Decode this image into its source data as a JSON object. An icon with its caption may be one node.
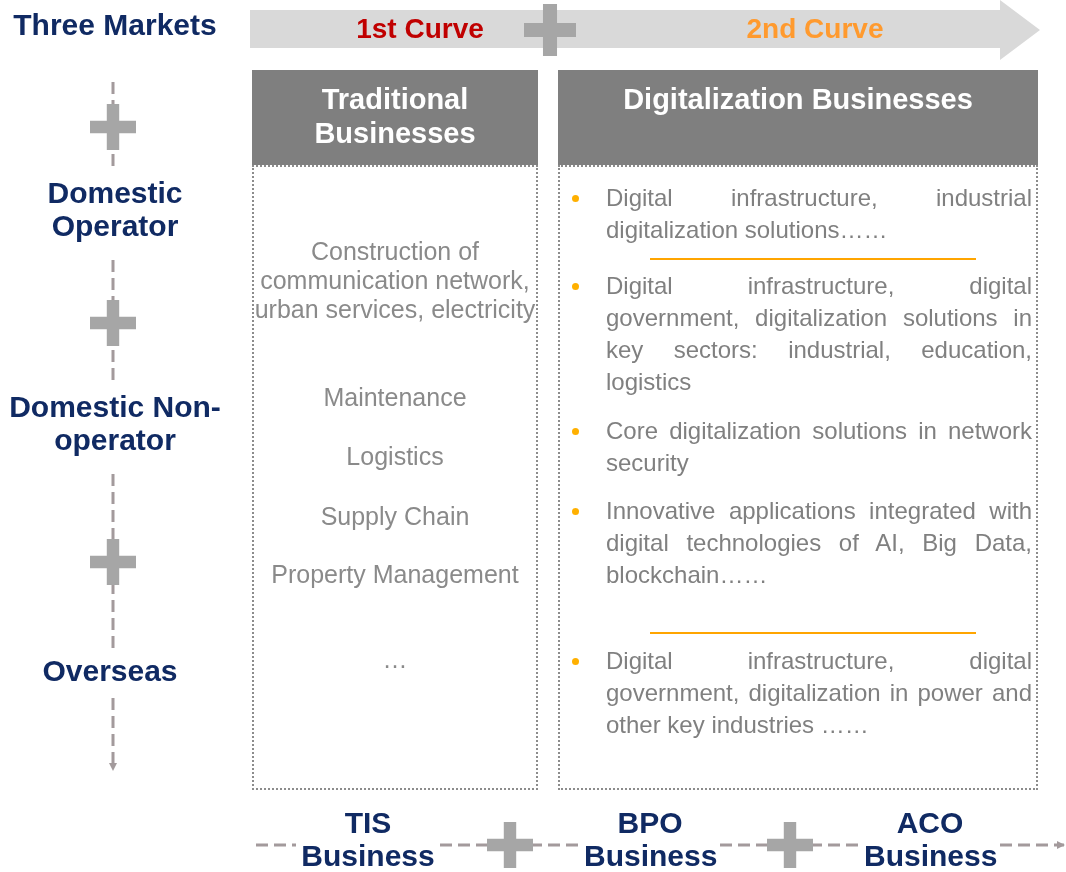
{
  "diagram": {
    "nodes": [
      {
        "text": [
          "Three Markets"
        ]
      },
      {
        "text": [
          "Domestic Operator"
        ]
      },
      {
        "text": [
          "Domestic Non-operator"
        ]
      },
      {
        "text": [
          "Overseas"
        ]
      },
      {
        "text": [
          "1st Curve",
          "2nd Curve"
        ]
      },
      {
        "text": [
          "Traditional Businesses",
          "Construction of communication network, urban services, electricity",
          "Maintenance",
          "Logistics",
          "Supply Chain",
          "Property Management",
          "…"
        ]
      },
      {
        "text": [
          "Digitalization Businesses",
          "Digital infrastructure, industrial digitalization solutions……",
          "Digital infrastructure, digital government, digitalization solutions in key sectors: industrial, education, logistics",
          "Core digitalization solutions in network security",
          "Innovative applications integrated with digital technologies of AI, Big Data, blockchain……",
          "Digital infrastructure, digital government, digitalization in power and other key industries ……"
        ]
      },
      {
        "text": [
          "TIS Business"
        ]
      },
      {
        "text": [
          "BPO Business"
        ]
      },
      {
        "text": [
          "ACO Business"
        ]
      }
    ],
    "edges": [
      {
        "from": 0,
        "to": 1,
        "arrow": "none",
        "style": "dashed"
      },
      {
        "from": 1,
        "to": 2,
        "arrow": "none",
        "style": "dashed"
      },
      {
        "from": 2,
        "to": 3,
        "arrow": "none",
        "style": "dashed"
      },
      {
        "from": 3,
        "to": null,
        "arrow": "to",
        "style": "dashed"
      },
      {
        "from": null,
        "to": 7,
        "arrow": "none",
        "style": "dashed"
      },
      {
        "from": 7,
        "to": 8,
        "arrow": "none",
        "style": "dashed"
      },
      {
        "from": 8,
        "to": 9,
        "arrow": "none",
        "style": "dashed"
      },
      {
        "from": 9,
        "to": null,
        "arrow": "to",
        "style": "dashed"
      }
    ]
  }
}
